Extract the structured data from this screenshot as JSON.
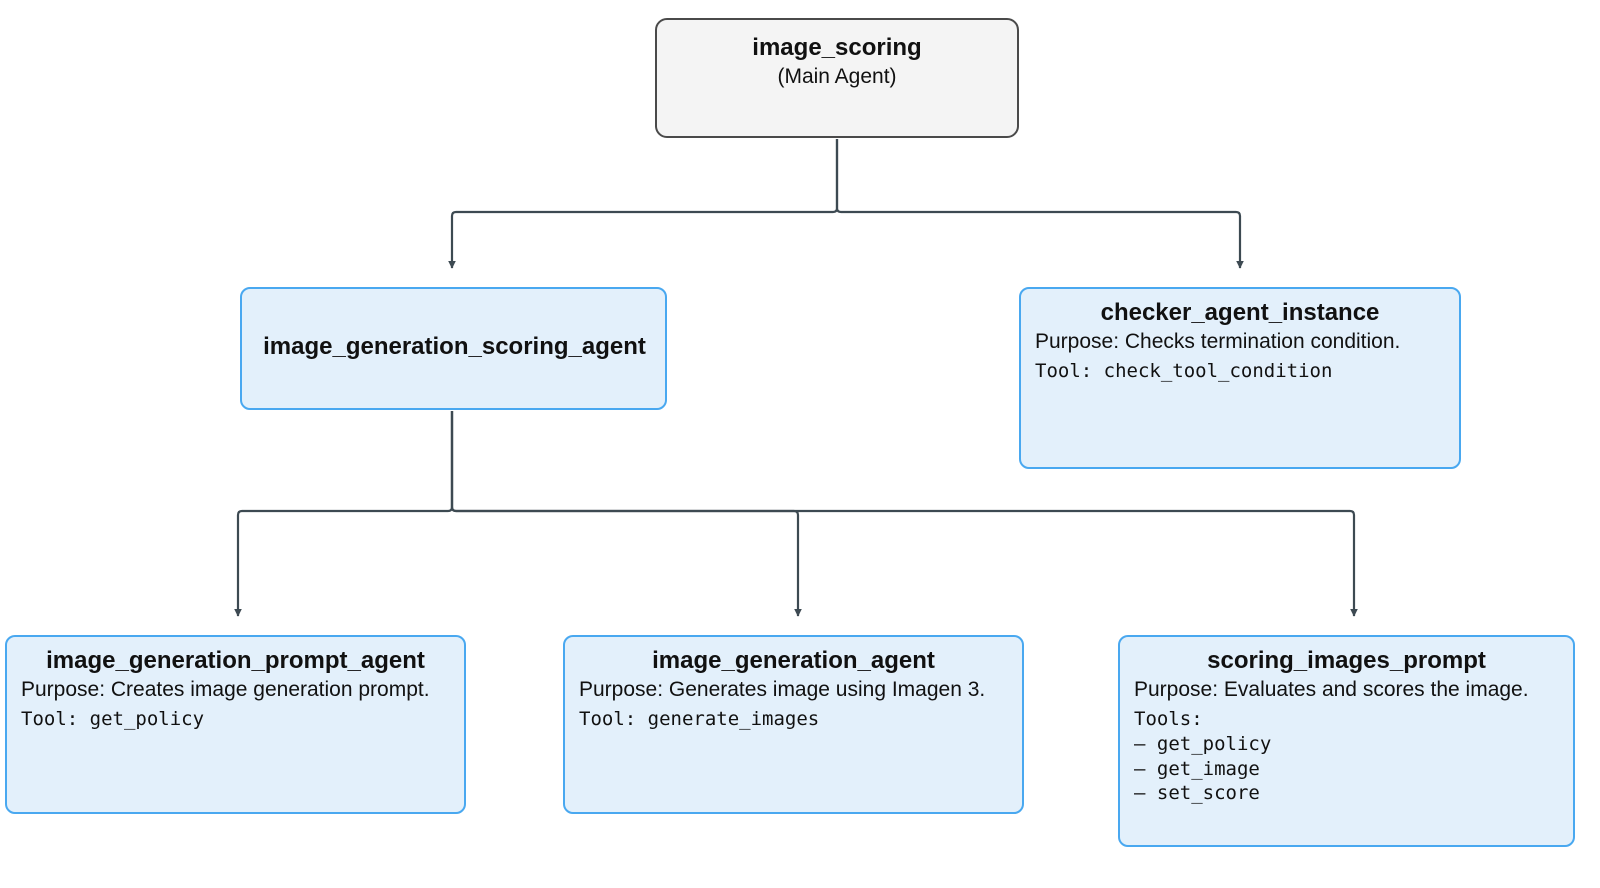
{
  "diagram": {
    "type": "agent-hierarchy-tree",
    "background_color": "#ffffff",
    "root_node_fill": "#f4f4f4",
    "root_node_border": "#4a4a4a",
    "child_node_fill": "#e3f0fb",
    "child_node_border": "#49a8f0",
    "edge_color": "#3d4a52"
  },
  "nodes": {
    "root": {
      "title": "image_scoring",
      "subtitle": "(Main Agent)"
    },
    "scoring_agent": {
      "title": "image_generation_scoring_agent"
    },
    "checker": {
      "title": "checker_agent_instance",
      "purpose": "Purpose: Checks termination condition.",
      "tool": "Tool: check_tool_condition"
    },
    "prompt_agent": {
      "title": "image_generation_prompt_agent",
      "purpose": "Purpose: Creates image generation prompt.",
      "tool": "Tool: get_policy"
    },
    "gen_agent": {
      "title": "image_generation_agent",
      "purpose": "Purpose: Generates image using Imagen 3.",
      "tool": "Tool: generate_images"
    },
    "scoring_prompt": {
      "title": "scoring_images_prompt",
      "purpose": "Purpose: Evaluates and scores the image.",
      "tools_label": "Tools:",
      "tools": [
        "– get_policy",
        "– get_image",
        "– set_score"
      ]
    }
  },
  "edges": [
    {
      "from": "root",
      "to": "scoring_agent"
    },
    {
      "from": "root",
      "to": "checker"
    },
    {
      "from": "scoring_agent",
      "to": "prompt_agent"
    },
    {
      "from": "scoring_agent",
      "to": "gen_agent"
    },
    {
      "from": "scoring_agent",
      "to": "scoring_prompt"
    }
  ]
}
